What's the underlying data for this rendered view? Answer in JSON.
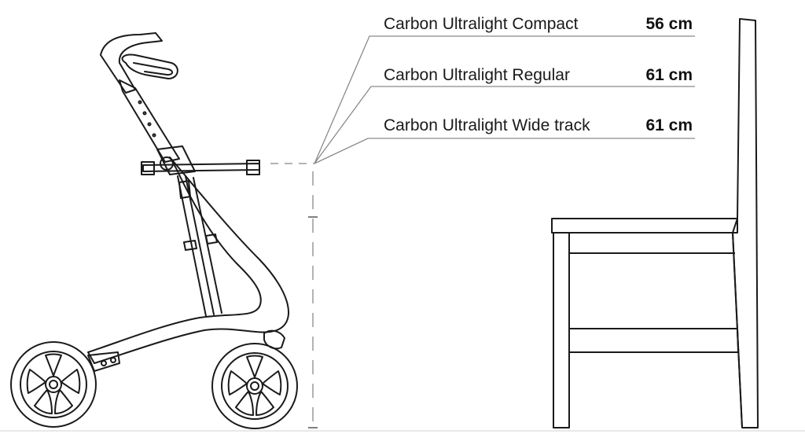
{
  "figure": {
    "models": [
      {
        "name": "Carbon Ultralight Compact",
        "seat_height": "56 cm"
      },
      {
        "name": "Carbon Ultralight Regular",
        "seat_height": "61 cm"
      },
      {
        "name": "Carbon Ultralight Wide track",
        "seat_height": "61 cm"
      }
    ],
    "colors": {
      "outline": "#1a1a1a",
      "leader": "#8a8a8a",
      "dashed": "#9a9a9a",
      "ground": "#d0d0d0"
    },
    "objects": [
      "rollator",
      "chair"
    ]
  }
}
